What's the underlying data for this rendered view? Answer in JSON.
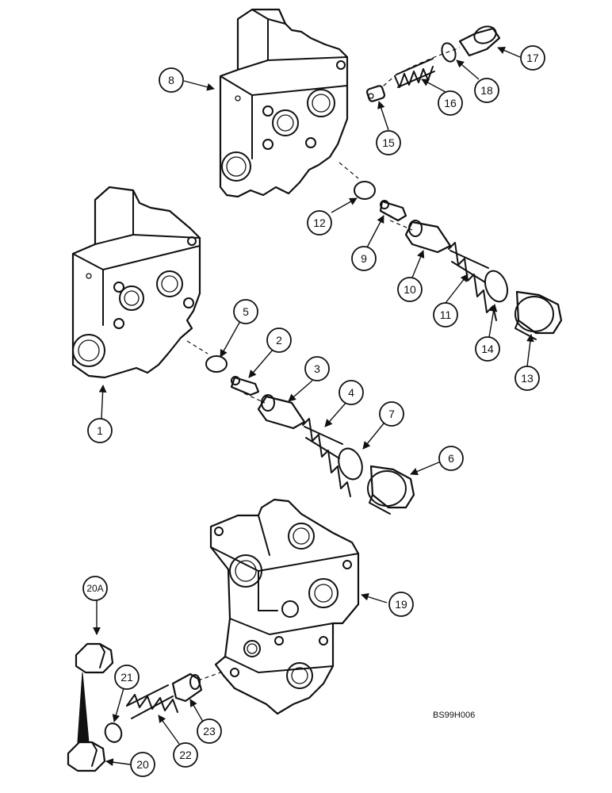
{
  "callouts": {
    "c1": "1",
    "c2": "2",
    "c3": "3",
    "c4": "4",
    "c5": "5",
    "c6": "6",
    "c7": "7",
    "c8": "8",
    "c9": "9",
    "c10": "10",
    "c11": "11",
    "c12": "12",
    "c13": "13",
    "c14": "14",
    "c15": "15",
    "c16": "16",
    "c17": "17",
    "c18": "18",
    "c19": "19",
    "c20": "20",
    "c20a": "20A",
    "c21": "21",
    "c22": "22",
    "c23": "23"
  },
  "reference": "BS99H006"
}
